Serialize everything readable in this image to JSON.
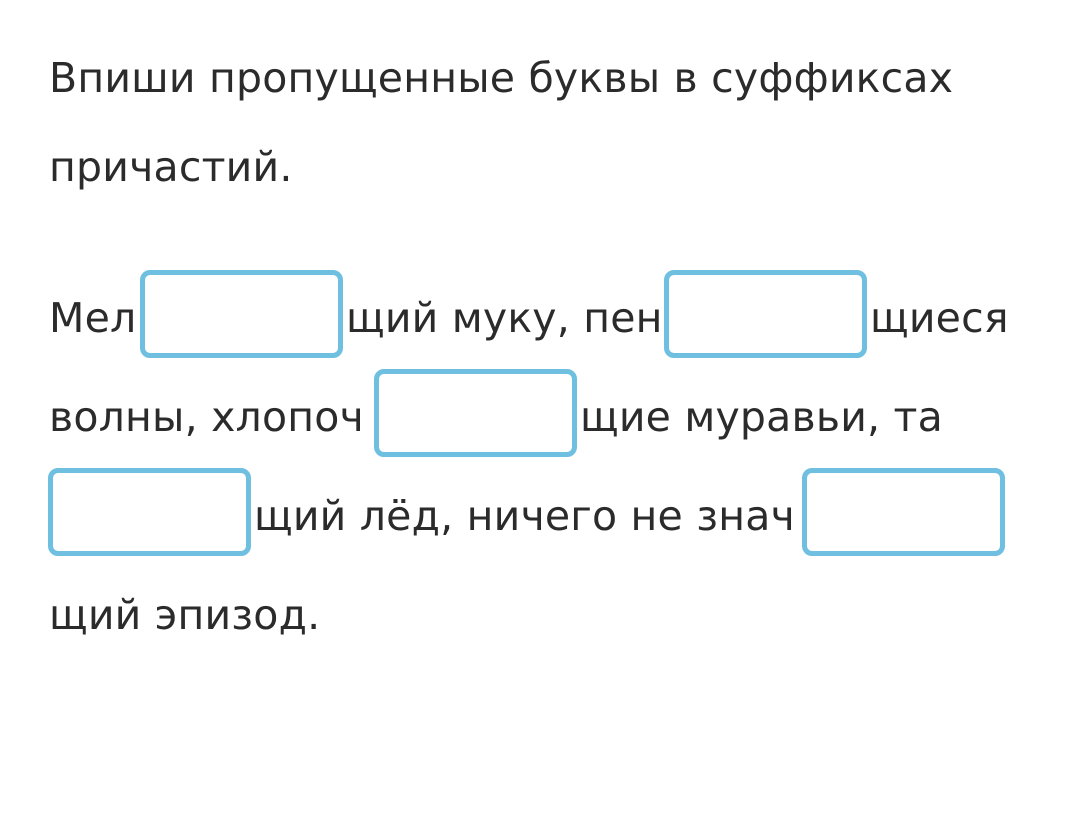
{
  "task": {
    "instruction_line1": "Впиши пропущенные буквы в суффиксах",
    "instruction_line2": "причастий."
  },
  "exercise": {
    "fragments": [
      "Мел",
      "щий муку, пен",
      "щиеся",
      "волны, хлопоч",
      "щие муравьи, та",
      "щий лёд, ничего не знач",
      "щий эпизод."
    ],
    "blanks": [
      "",
      "",
      "",
      "",
      ""
    ]
  },
  "colors": {
    "blank_border": "#6fc0e0",
    "text": "#2b2b2b",
    "background": "#ffffff"
  }
}
